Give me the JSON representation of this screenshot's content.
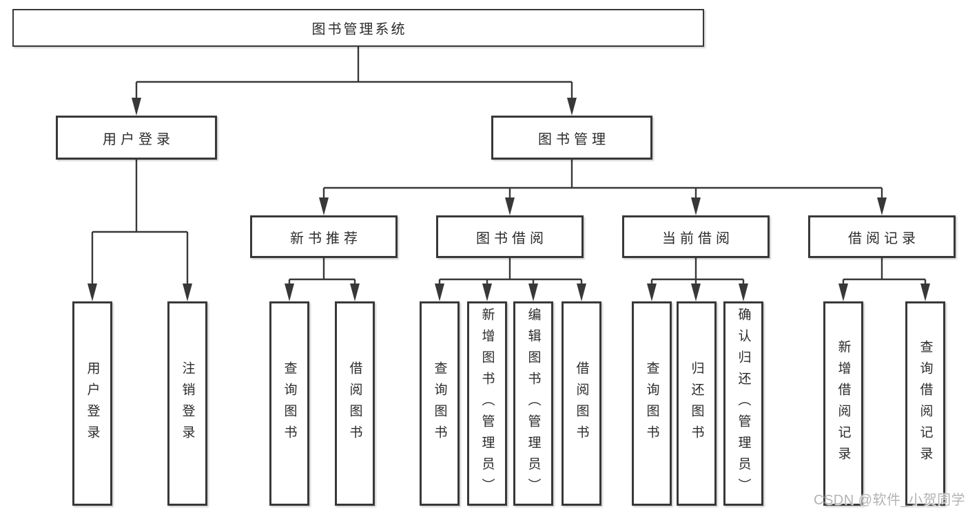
{
  "diagram": {
    "type": "tree",
    "root": {
      "label": "图书管理系统"
    },
    "level2": [
      {
        "label": "用户登录",
        "children": [
          "用户登录",
          "注销登录"
        ]
      },
      {
        "label": "图书管理",
        "children": [
          "新书推荐",
          "图书借阅",
          "当前借阅",
          "借阅记录"
        ]
      }
    ],
    "level3": [
      {
        "label": "新书推荐",
        "children": [
          "查询图书",
          "借阅图书"
        ]
      },
      {
        "label": "图书借阅",
        "children": [
          "查询图书",
          "新增图书（管理员）",
          "编辑图书（管理员）",
          "借阅图书"
        ]
      },
      {
        "label": "当前借阅",
        "children": [
          "查询图书",
          "归还图书",
          "确认归还（管理员）"
        ]
      },
      {
        "label": "借阅记录",
        "children": [
          "新增借阅记录",
          "查询借阅记录"
        ]
      }
    ]
  },
  "watermark": {
    "text": "CSDN @软件_小贺同学"
  },
  "colors": {
    "line": "#383838",
    "box_border": "#383838",
    "text": "#2b2b2b",
    "watermark": "#b3b3b3",
    "background": "#ffffff"
  }
}
